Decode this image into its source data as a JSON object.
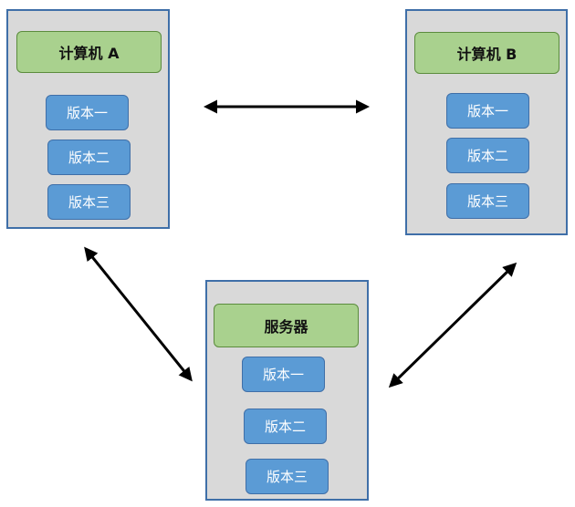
{
  "nodes": {
    "computer_a": {
      "title": "计算机 A",
      "versions": [
        "版本一",
        "版本二",
        "版本三"
      ]
    },
    "computer_b": {
      "title": "计算机 B",
      "versions": [
        "版本一",
        "版本二",
        "版本三"
      ]
    },
    "server": {
      "title": "服务器",
      "versions": [
        "版本一",
        "版本二",
        "版本三"
      ]
    }
  },
  "edges": [
    {
      "from": "computer_a",
      "to": "computer_b",
      "type": "bidirectional"
    },
    {
      "from": "computer_a",
      "to": "server",
      "type": "bidirectional"
    },
    {
      "from": "computer_b",
      "to": "server",
      "type": "bidirectional"
    }
  ],
  "colors": {
    "panel_bg": "#d9d9d9",
    "panel_border": "#3f6fa8",
    "title_bg": "#a9d18e",
    "title_border": "#5b8c3d",
    "version_bg": "#5b9bd5",
    "version_text": "#ffffff",
    "arrow": "#000000"
  }
}
